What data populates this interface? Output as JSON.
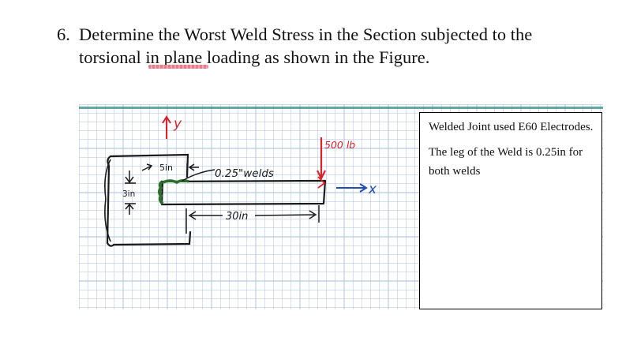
{
  "problem": {
    "number": "6.",
    "line1": "Determine the Worst Weld Stress in the Section subjected to the",
    "line2_before": "torsional ",
    "line2_flagged": "in plane",
    "line2_after": " loading as shown in the Figure."
  },
  "figure": {
    "y_axis_label": "y",
    "x_axis_label": "x",
    "load_label": "500 lb",
    "weld_label": "0.25\"welds",
    "top_dim_label": "5in",
    "side_dim_label": "3in",
    "length_dim_label": "30in"
  },
  "note": {
    "para1": "Welded Joint used E60 Electrodes.",
    "para2": "The leg of the Weld is 0.25in for both welds"
  },
  "colors": {
    "text": "#111111",
    "spellcheck_underline": "#e57e8a",
    "grid_line": "#a9bedc",
    "ink_red": "#d9222a",
    "ink_blue": "#1e4fb5",
    "weld_green": "#2c6e2c",
    "figure_top_rule": "#2e8b8b"
  }
}
